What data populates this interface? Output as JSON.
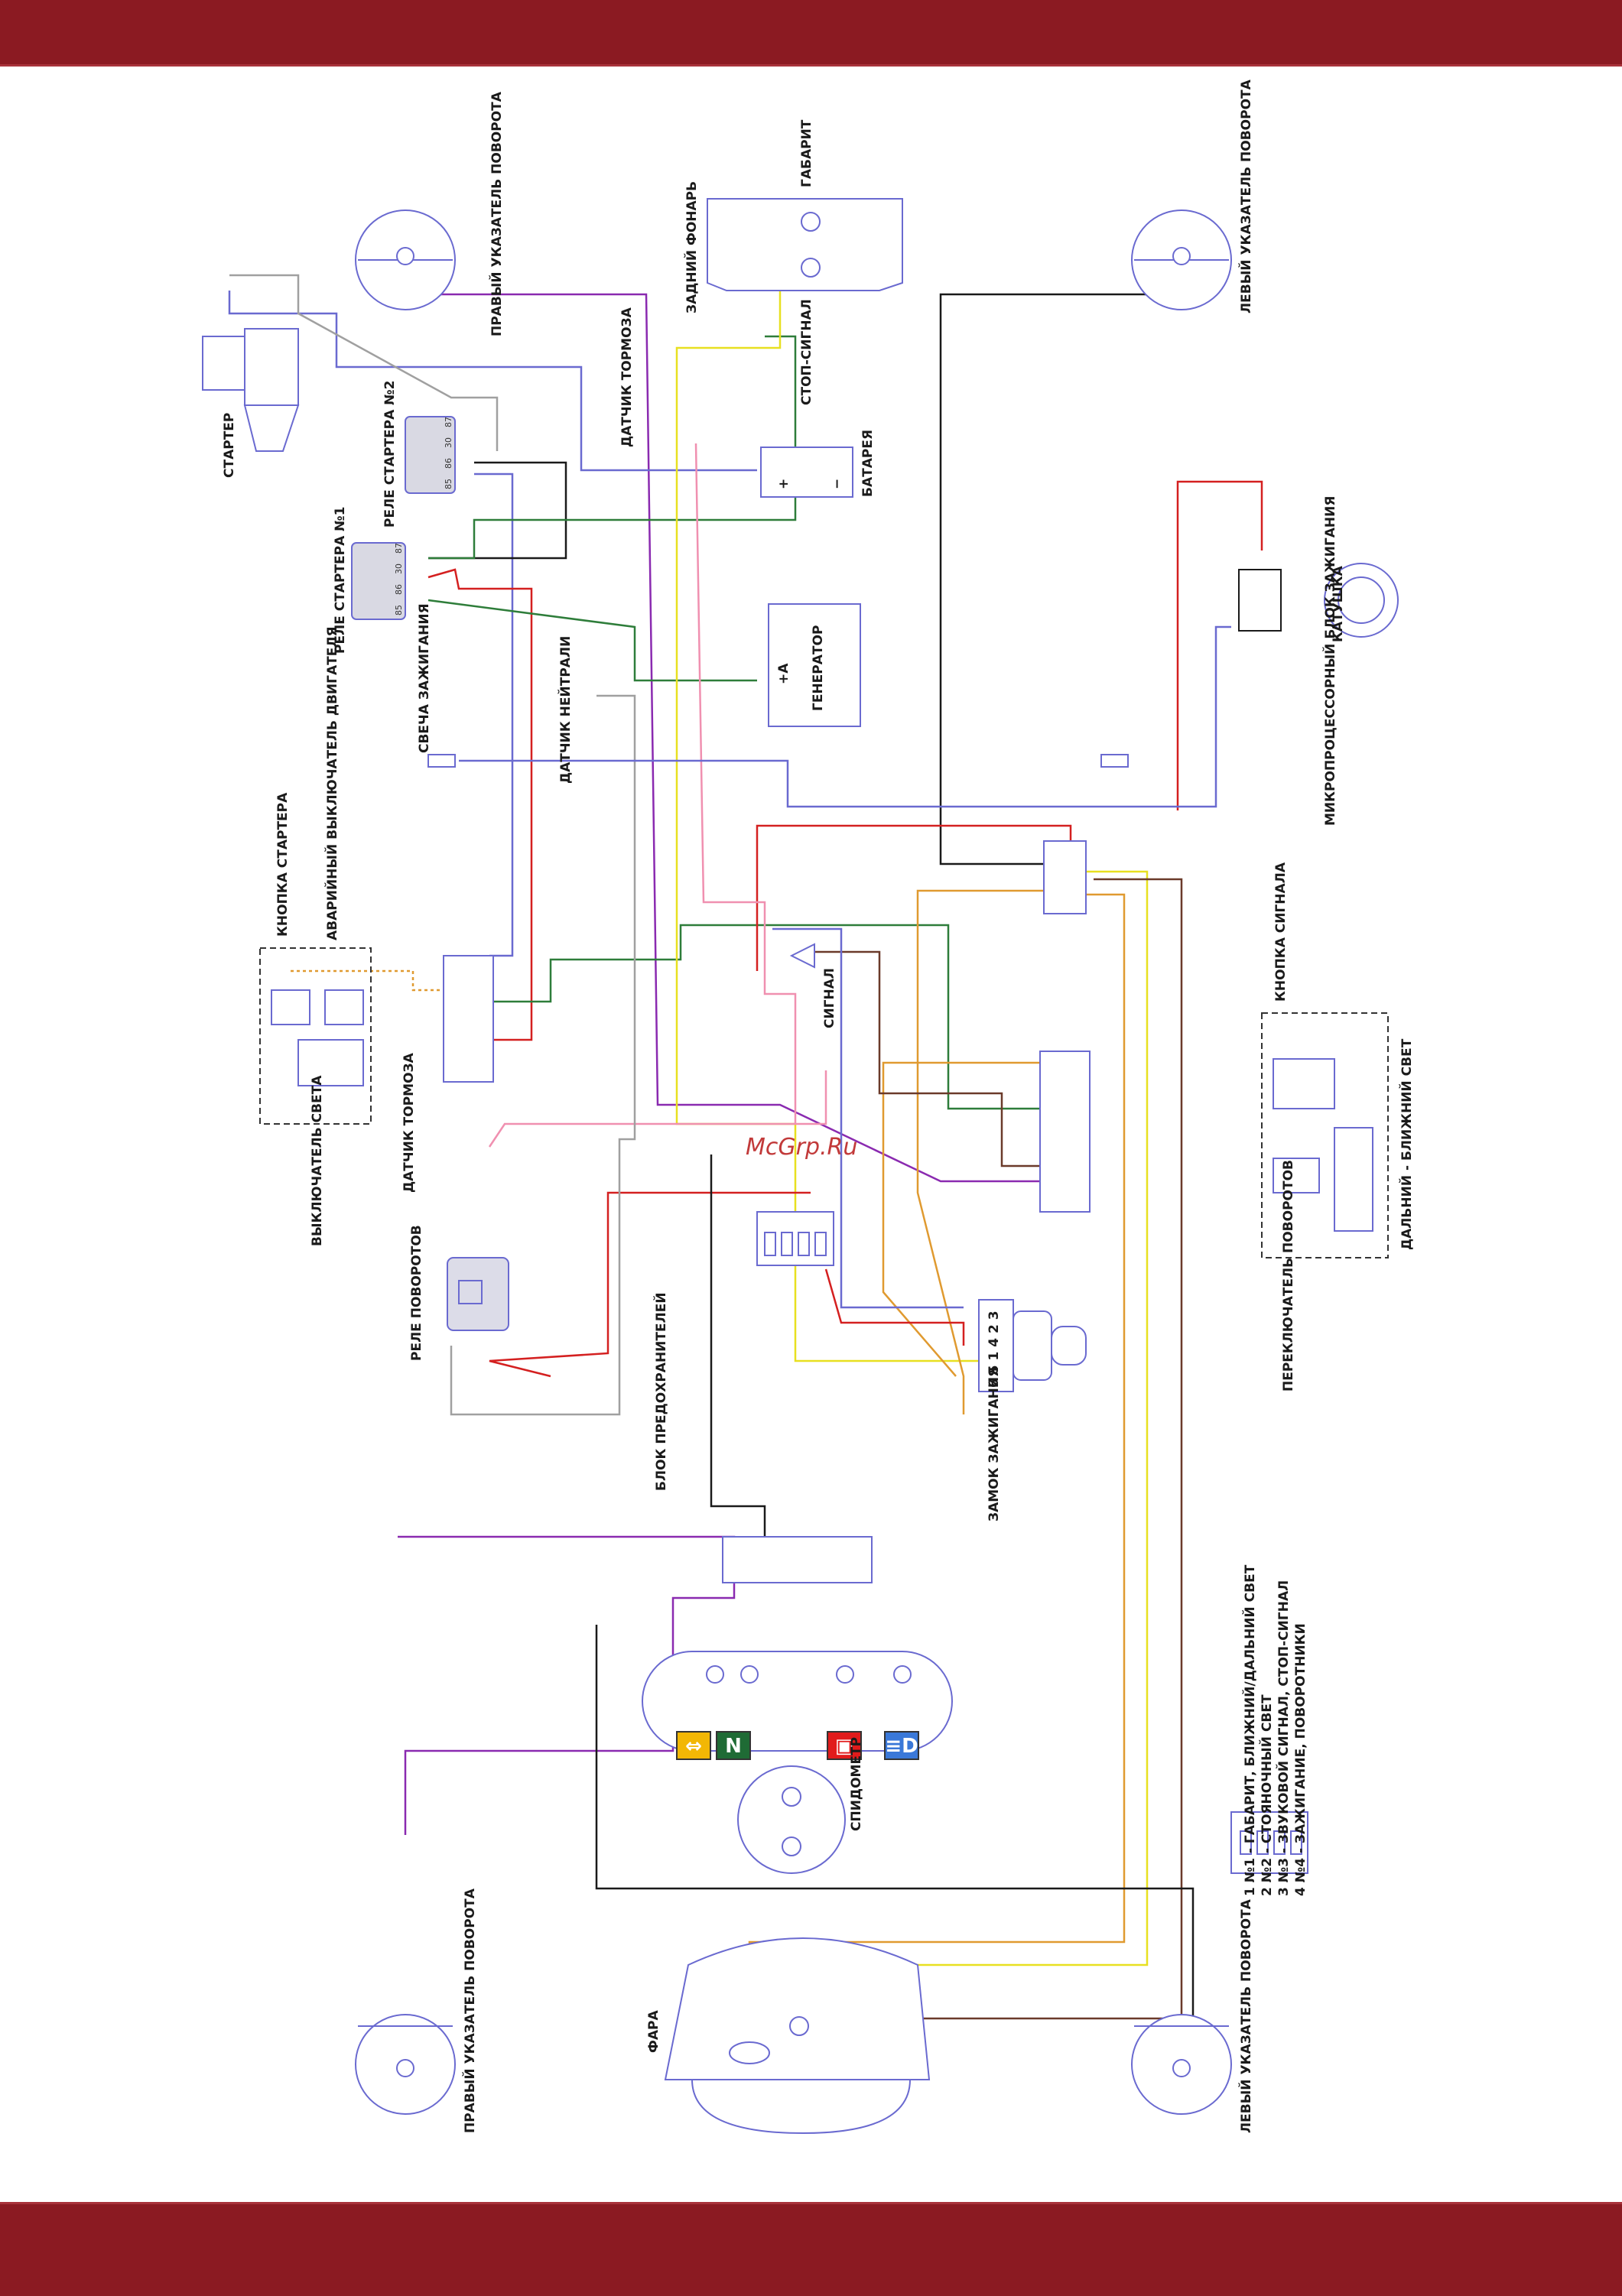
{
  "watermark": "McGrp.Ru",
  "labels": {
    "starter": "СТАРТЕР",
    "relay_n2": "РЕЛЕ СТАРТЕРА №2",
    "relay_n1": "РЕЛЕ СТАРТЕРА №1",
    "spark_plug": "СВЕЧА ЗАЖИГАНИЯ",
    "neutral_sensor": "ДАТЧИК НЕЙТРАЛИ",
    "brake_sensor_top": "ДАТЧИК ТОРМОЗА",
    "rear_lamp": "ЗАДНИЙ ФОНАРЬ",
    "parking": "ГАБАРИТ",
    "stop_signal": "СТОП-СИГНАЛ",
    "battery": "БАТАРЕЯ",
    "generator": "ГЕНЕРАТОР",
    "coil": "КАТУШКА",
    "ignition_unit": "МИКРОПРОЦЕССОРНЫЙ БЛОК ЗАЖИГАНИЯ",
    "right_turn_top": "ПРАВЫЙ УКАЗАТЕЛЬ ПОВОРОТА",
    "left_turn_top": "ЛЕВЫЙ УКАЗАТЕЛЬ ПОВОРОТА",
    "starter_button": "КНОПКА СТАРТЕРА",
    "engine_kill": "АВАРИЙНЫЙ ВЫКЛЮЧАТЕЛЬ ДВИГАТЕЛЯ",
    "light_switch": "ВЫКЛЮЧАТЕЛЬ СВЕТА",
    "brake_sensor_mid": "ДАТЧИК ТОРМОЗА",
    "turn_relay": "РЕЛЕ ПОВОРОТОВ",
    "horn": "СИГНАЛ",
    "horn_button": "КНОПКА СИГНАЛА",
    "high_low": "ДАЛЬНИЙ - БЛИЖНИЙ СВЕТ",
    "turn_switch": "ПЕРЕКЛЮЧАТЕЛЬ ПОВОРОТОВ",
    "fuse_block": "БЛОК ПРЕДОХРАНИТЕЛЕЙ",
    "ignition_lock": "ЗАМОК ЗАЖИГАНИЯ",
    "speedometer": "СПИДОМЕТР",
    "headlight": "ФАРА",
    "right_turn_bottom": "ПРАВЫЙ УКАЗАТЕЛЬ ПОВОРОТА",
    "left_turn_bottom": "ЛЕВЫЙ УКАЗАТЕЛЬ ПОВОРОТА"
  },
  "relay_pins": {
    "n2": [
      "85",
      "86",
      "30",
      "87"
    ],
    "n1": [
      "85",
      "86",
      "30",
      "87"
    ]
  },
  "ignition_lock_pins": "6 5 1 4 2 3",
  "battery_terminals": {
    "plus": "+",
    "minus": "−"
  },
  "generator_terminal": "+A",
  "legend": [
    "1  №1 - ГАБАРИТ, БЛИЖНИЙ/ДАЛЬНИЙ СВЕТ",
    "2  №2 - СТОЯНОЧНЫЙ СВЕТ",
    "3  №3 - ЗВУКОВОЙ СИГНАЛ, СТОП-СИГНАЛ",
    "4  №4 - ЗАЖИГАНИЕ, ПОВОРОТНИКИ"
  ],
  "indicator_panels": [
    {
      "symbol": "⇔",
      "color": "#f2b705"
    },
    {
      "symbol": "N",
      "color": "#1f6b35"
    },
    {
      "symbol": "▣",
      "color": "#e11b1b"
    },
    {
      "symbol": "≡D",
      "color": "#3a78d8"
    }
  ],
  "colors": {
    "band": "#8b1a22",
    "component_stroke": "#6a6ad0",
    "wire_blue": "#6a6ad0",
    "wire_red": "#d42020",
    "wire_green": "#2e7d3a",
    "wire_black": "#1a1a1a",
    "wire_yellow": "#e8e020",
    "wire_orange": "#e09a30",
    "wire_brown": "#6b3a2a",
    "wire_violet": "#8a2ab0",
    "wire_pink": "#f090b0",
    "wire_gray": "#a0a0a0"
  }
}
